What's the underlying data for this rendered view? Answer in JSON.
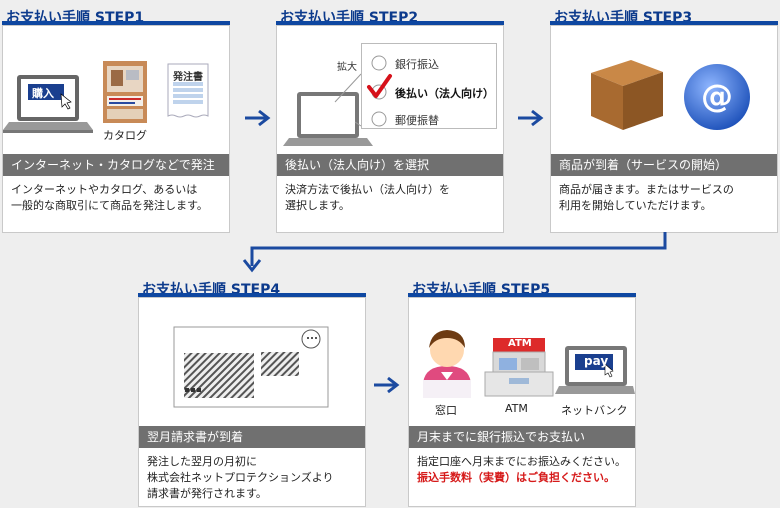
{
  "steps": [
    {
      "tab": "お支払い手順 STEP1",
      "bar": "インターネット・カタログなどで発注",
      "desc_lines": [
        "インターネットやカタログ、あるいは",
        "一般的な商取引にて商品を発注します。"
      ],
      "labels": {
        "buy": "購入",
        "catalog": "カタログ",
        "order_sheet": "発注書"
      }
    },
    {
      "tab": "お支払い手順 STEP2",
      "bar": "後払い（法人向け）を選択",
      "desc_lines": [
        "決済方法で後払い（法人向け）を",
        "選択します。"
      ],
      "labels": {
        "zoom": "拡大",
        "opt1": "銀行振込",
        "opt2": "後払い（法人向け）",
        "opt3": "郵便振替"
      }
    },
    {
      "tab": "お支払い手順 STEP3",
      "bar": "商品が到着（サービスの開始）",
      "desc_lines": [
        "商品が届きます。またはサービスの",
        "利用を開始していただけます。"
      ],
      "labels": {
        "at": "@"
      }
    },
    {
      "tab": "お支払い手順 STEP4",
      "bar": "翌月請求書が到着",
      "desc_lines": [
        "発注した翌月の月初に",
        "株式会社ネットプロテクションズより",
        "請求書が発行されます。"
      ]
    },
    {
      "tab": "お支払い手順 STEP5",
      "bar": "月末までに銀行振込でお支払い",
      "desc_lines": [
        "指定口座へ月末までにお振込みください。"
      ],
      "desc_red": "振込手数料（実費）はご負担ください。",
      "labels": {
        "counter": "窓口",
        "atm": "ATM",
        "atm_sign": "ATM",
        "netbank": "ネットバンク",
        "pay": "pay"
      }
    }
  ],
  "colors": {
    "brand_blue": "#0e47a1",
    "bar_gray": "#707070",
    "notice_red": "#d61a1a",
    "check_red": "#d6111a"
  }
}
